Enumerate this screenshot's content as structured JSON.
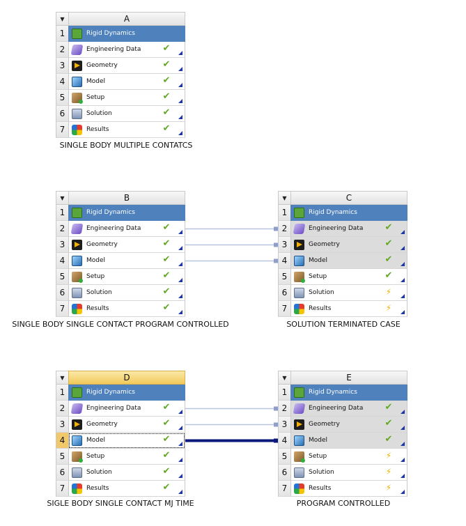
{
  "systems": [
    {
      "id": "A",
      "letter": "A",
      "caption": "SINGLE BODY MULTIPLE CONTATCS",
      "rows": [
        {
          "num": "1",
          "label": "Rigid Dynamics",
          "icon": "rigid-dynamics-icon",
          "status": "none",
          "row_type": "title"
        },
        {
          "num": "2",
          "label": "Engineering Data",
          "icon": "engineering-data-icon",
          "status": "check"
        },
        {
          "num": "3",
          "label": "Geometry",
          "icon": "geometry-icon",
          "status": "check"
        },
        {
          "num": "4",
          "label": "Model",
          "icon": "model-icon",
          "status": "check"
        },
        {
          "num": "5",
          "label": "Setup",
          "icon": "setup-icon",
          "status": "check"
        },
        {
          "num": "6",
          "label": "Solution",
          "icon": "solution-icon",
          "status": "check"
        },
        {
          "num": "7",
          "label": "Results",
          "icon": "results-icon",
          "status": "check"
        }
      ]
    },
    {
      "id": "B",
      "letter": "B",
      "caption": "SINGLE BODY SINGLE CONTACT PROGRAM CONTROLLED",
      "rows": [
        {
          "num": "1",
          "label": "Rigid Dynamics",
          "icon": "rigid-dynamics-icon",
          "status": "none",
          "row_type": "title"
        },
        {
          "num": "2",
          "label": "Engineering Data",
          "icon": "engineering-data-icon",
          "status": "check"
        },
        {
          "num": "3",
          "label": "Geometry",
          "icon": "geometry-icon",
          "status": "check"
        },
        {
          "num": "4",
          "label": "Model",
          "icon": "model-icon",
          "status": "check"
        },
        {
          "num": "5",
          "label": "Setup",
          "icon": "setup-icon",
          "status": "check"
        },
        {
          "num": "6",
          "label": "Solution",
          "icon": "solution-icon",
          "status": "check"
        },
        {
          "num": "7",
          "label": "Results",
          "icon": "results-icon",
          "status": "check"
        }
      ]
    },
    {
      "id": "C",
      "letter": "C",
      "caption": "SOLUTION TERMINATED CASE",
      "rows": [
        {
          "num": "1",
          "label": "Rigid Dynamics",
          "icon": "rigid-dynamics-icon",
          "status": "none",
          "row_type": "title"
        },
        {
          "num": "2",
          "label": "Engineering Data",
          "icon": "engineering-data-icon",
          "status": "check",
          "row_type": "shared"
        },
        {
          "num": "3",
          "label": "Geometry",
          "icon": "geometry-icon",
          "status": "check",
          "row_type": "shared"
        },
        {
          "num": "4",
          "label": "Model",
          "icon": "model-icon",
          "status": "check",
          "row_type": "shared"
        },
        {
          "num": "5",
          "label": "Setup",
          "icon": "setup-icon",
          "status": "check"
        },
        {
          "num": "6",
          "label": "Solution",
          "icon": "solution-icon",
          "status": "refresh"
        },
        {
          "num": "7",
          "label": "Results",
          "icon": "results-icon",
          "status": "refresh"
        }
      ]
    },
    {
      "id": "D",
      "letter": "D",
      "caption": "SIGLE BODY SINGLE CONTACT MJ TIME",
      "selected": true,
      "rows": [
        {
          "num": "1",
          "label": "Rigid Dynamics",
          "icon": "rigid-dynamics-icon",
          "status": "none",
          "row_type": "title"
        },
        {
          "num": "2",
          "label": "Engineering Data",
          "icon": "engineering-data-icon",
          "status": "check"
        },
        {
          "num": "3",
          "label": "Geometry",
          "icon": "geometry-icon",
          "status": "check"
        },
        {
          "num": "4",
          "label": "Model",
          "icon": "model-icon",
          "status": "check",
          "row_type": "focused"
        },
        {
          "num": "5",
          "label": "Setup",
          "icon": "setup-icon",
          "status": "check"
        },
        {
          "num": "6",
          "label": "Solution",
          "icon": "solution-icon",
          "status": "check"
        },
        {
          "num": "7",
          "label": "Results",
          "icon": "results-icon",
          "status": "check"
        }
      ]
    },
    {
      "id": "E",
      "letter": "E",
      "caption": "PROGRAM CONTROLLED",
      "rows": [
        {
          "num": "1",
          "label": "Rigid Dynamics",
          "icon": "rigid-dynamics-icon",
          "status": "none",
          "row_type": "title"
        },
        {
          "num": "2",
          "label": "Engineering Data",
          "icon": "engineering-data-icon",
          "status": "check",
          "row_type": "shared"
        },
        {
          "num": "3",
          "label": "Geometry",
          "icon": "geometry-icon",
          "status": "check",
          "row_type": "shared"
        },
        {
          "num": "4",
          "label": "Model",
          "icon": "model-icon",
          "status": "check",
          "row_type": "shared"
        },
        {
          "num": "5",
          "label": "Setup",
          "icon": "setup-icon",
          "status": "refresh"
        },
        {
          "num": "6",
          "label": "Solution",
          "icon": "solution-icon",
          "status": "refresh"
        },
        {
          "num": "7",
          "label": "Results",
          "icon": "results-icon",
          "status": "refresh"
        }
      ]
    }
  ],
  "links": [
    {
      "from": "B",
      "to": "C",
      "row": "2",
      "style": "shared"
    },
    {
      "from": "B",
      "to": "C",
      "row": "3",
      "style": "shared"
    },
    {
      "from": "B",
      "to": "C",
      "row": "4",
      "style": "shared"
    },
    {
      "from": "D",
      "to": "E",
      "row": "2",
      "style": "shared"
    },
    {
      "from": "D",
      "to": "E",
      "row": "3",
      "style": "shared"
    },
    {
      "from": "D",
      "to": "E",
      "row": "4",
      "style": "selected"
    }
  ],
  "colors": {
    "title_row": "#4f81bd",
    "check": "#5fa81f",
    "refresh": "#f0b400",
    "selected_header": "#f2c95a",
    "shared_link": "#b9c4e0",
    "selected_link": "#0b1a7a"
  }
}
